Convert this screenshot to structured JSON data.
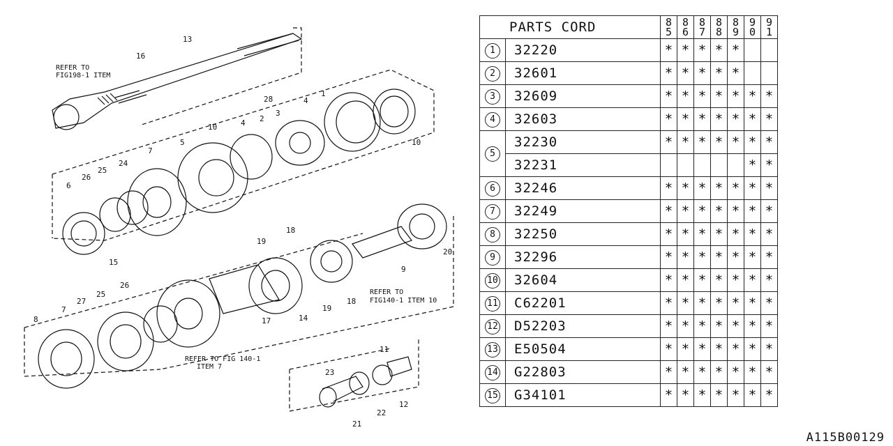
{
  "diagram": {
    "labels": [
      {
        "text": "13"
      },
      {
        "text": "16"
      },
      {
        "text": "28"
      },
      {
        "text": "1"
      },
      {
        "text": "3"
      },
      {
        "text": "4"
      },
      {
        "text": "2"
      },
      {
        "text": "4"
      },
      {
        "text": "10"
      },
      {
        "text": "10"
      },
      {
        "text": "5"
      },
      {
        "text": "7"
      },
      {
        "text": "24"
      },
      {
        "text": "25"
      },
      {
        "text": "26"
      },
      {
        "text": "6"
      },
      {
        "text": "15"
      },
      {
        "text": "18"
      },
      {
        "text": "19"
      },
      {
        "text": "9"
      },
      {
        "text": "20"
      },
      {
        "text": "18"
      },
      {
        "text": "19"
      },
      {
        "text": "17"
      },
      {
        "text": "14"
      },
      {
        "text": "26"
      },
      {
        "text": "25"
      },
      {
        "text": "27"
      },
      {
        "text": "7"
      },
      {
        "text": "8"
      },
      {
        "text": "11"
      },
      {
        "text": "12"
      },
      {
        "text": "22"
      },
      {
        "text": "21"
      },
      {
        "text": "23"
      }
    ],
    "notes": [
      {
        "text": "REFER TO"
      },
      {
        "text": "FIG198-1 ITEM"
      },
      {
        "text": "REFER TO"
      },
      {
        "text": "FIG140-1 ITEM 10"
      },
      {
        "text": "REFER TO FIG 140-1"
      },
      {
        "text": "ITEM 7"
      }
    ]
  },
  "table": {
    "title": "PARTS CORD",
    "years": [
      [
        "8",
        "5"
      ],
      [
        "8",
        "6"
      ],
      [
        "8",
        "7"
      ],
      [
        "8",
        "8"
      ],
      [
        "8",
        "9"
      ],
      [
        "9",
        "0"
      ],
      [
        "9",
        "1"
      ]
    ],
    "rows": [
      {
        "index": "1",
        "code": "32220",
        "marks": [
          "*",
          "*",
          "*",
          "*",
          "*",
          "",
          ""
        ]
      },
      {
        "index": "2",
        "code": "32601",
        "marks": [
          "*",
          "*",
          "*",
          "*",
          "*",
          "",
          ""
        ]
      },
      {
        "index": "3",
        "code": "32609",
        "marks": [
          "*",
          "*",
          "*",
          "*",
          "*",
          "*",
          "*"
        ]
      },
      {
        "index": "4",
        "code": "32603",
        "marks": [
          "*",
          "*",
          "*",
          "*",
          "*",
          "*",
          "*"
        ]
      },
      {
        "index": "5",
        "code": "32230",
        "marks": [
          "*",
          "*",
          "*",
          "*",
          "*",
          "*",
          "*"
        ]
      },
      {
        "index": "",
        "code": "32231",
        "marks": [
          "",
          "",
          "",
          "",
          "",
          "*",
          "*"
        ]
      },
      {
        "index": "6",
        "code": "32246",
        "marks": [
          "*",
          "*",
          "*",
          "*",
          "*",
          "*",
          "*"
        ]
      },
      {
        "index": "7",
        "code": "32249",
        "marks": [
          "*",
          "*",
          "*",
          "*",
          "*",
          "*",
          "*"
        ]
      },
      {
        "index": "8",
        "code": "32250",
        "marks": [
          "*",
          "*",
          "*",
          "*",
          "*",
          "*",
          "*"
        ]
      },
      {
        "index": "9",
        "code": "32296",
        "marks": [
          "*",
          "*",
          "*",
          "*",
          "*",
          "*",
          "*"
        ]
      },
      {
        "index": "10",
        "code": "32604",
        "marks": [
          "*",
          "*",
          "*",
          "*",
          "*",
          "*",
          "*"
        ]
      },
      {
        "index": "11",
        "code": "C62201",
        "marks": [
          "*",
          "*",
          "*",
          "*",
          "*",
          "*",
          "*"
        ]
      },
      {
        "index": "12",
        "code": "D52203",
        "marks": [
          "*",
          "*",
          "*",
          "*",
          "*",
          "*",
          "*"
        ]
      },
      {
        "index": "13",
        "code": "E50504",
        "marks": [
          "*",
          "*",
          "*",
          "*",
          "*",
          "*",
          "*"
        ]
      },
      {
        "index": "14",
        "code": "G22803",
        "marks": [
          "*",
          "*",
          "*",
          "*",
          "*",
          "*",
          "*"
        ]
      },
      {
        "index": "15",
        "code": "G34101",
        "marks": [
          "*",
          "*",
          "*",
          "*",
          "*",
          "*",
          "*"
        ]
      }
    ]
  },
  "catalog_id": "A115B00129"
}
